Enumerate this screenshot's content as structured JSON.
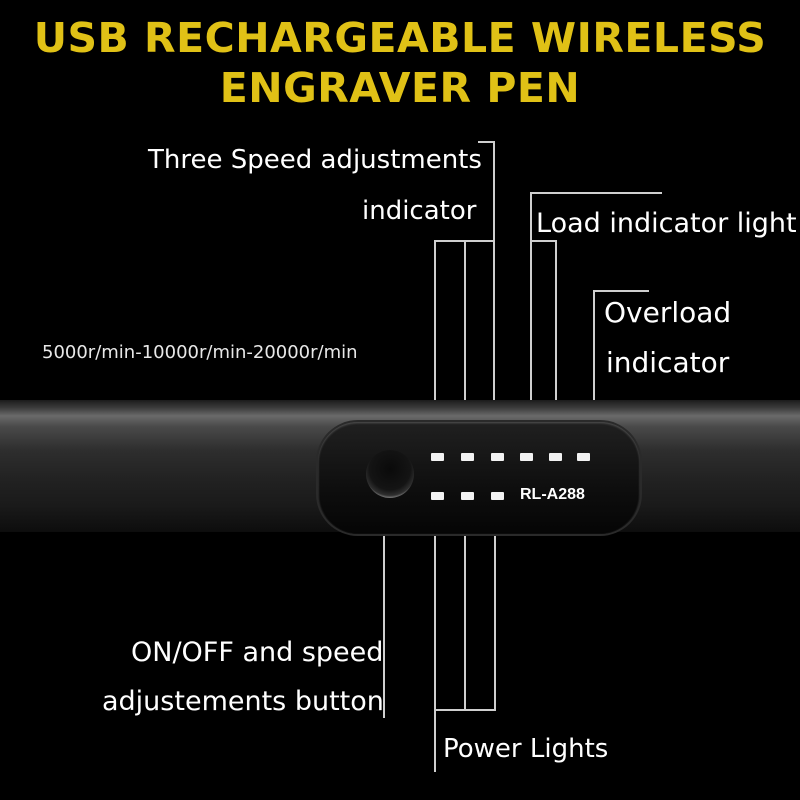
{
  "title": {
    "line1": "USB RECHARGEABLE WIRELESS",
    "line2": "ENGRAVER PEN"
  },
  "labels": {
    "speed_line1": "Three Speed adjustments",
    "speed_line2": "indicator",
    "load": "Load indicator light",
    "overload_line1": "Overload",
    "overload_line2": "indicator",
    "speeds": "5000r/min-10000r/min-20000r/min",
    "onoff_line1": "ON/OFF and speed",
    "onoff_line2": "adjustements button",
    "power": "Power Lights"
  },
  "device": {
    "model": "RL-A288"
  },
  "colors": {
    "title": "#e0c116",
    "background": "#000000",
    "text": "#ffffff"
  }
}
